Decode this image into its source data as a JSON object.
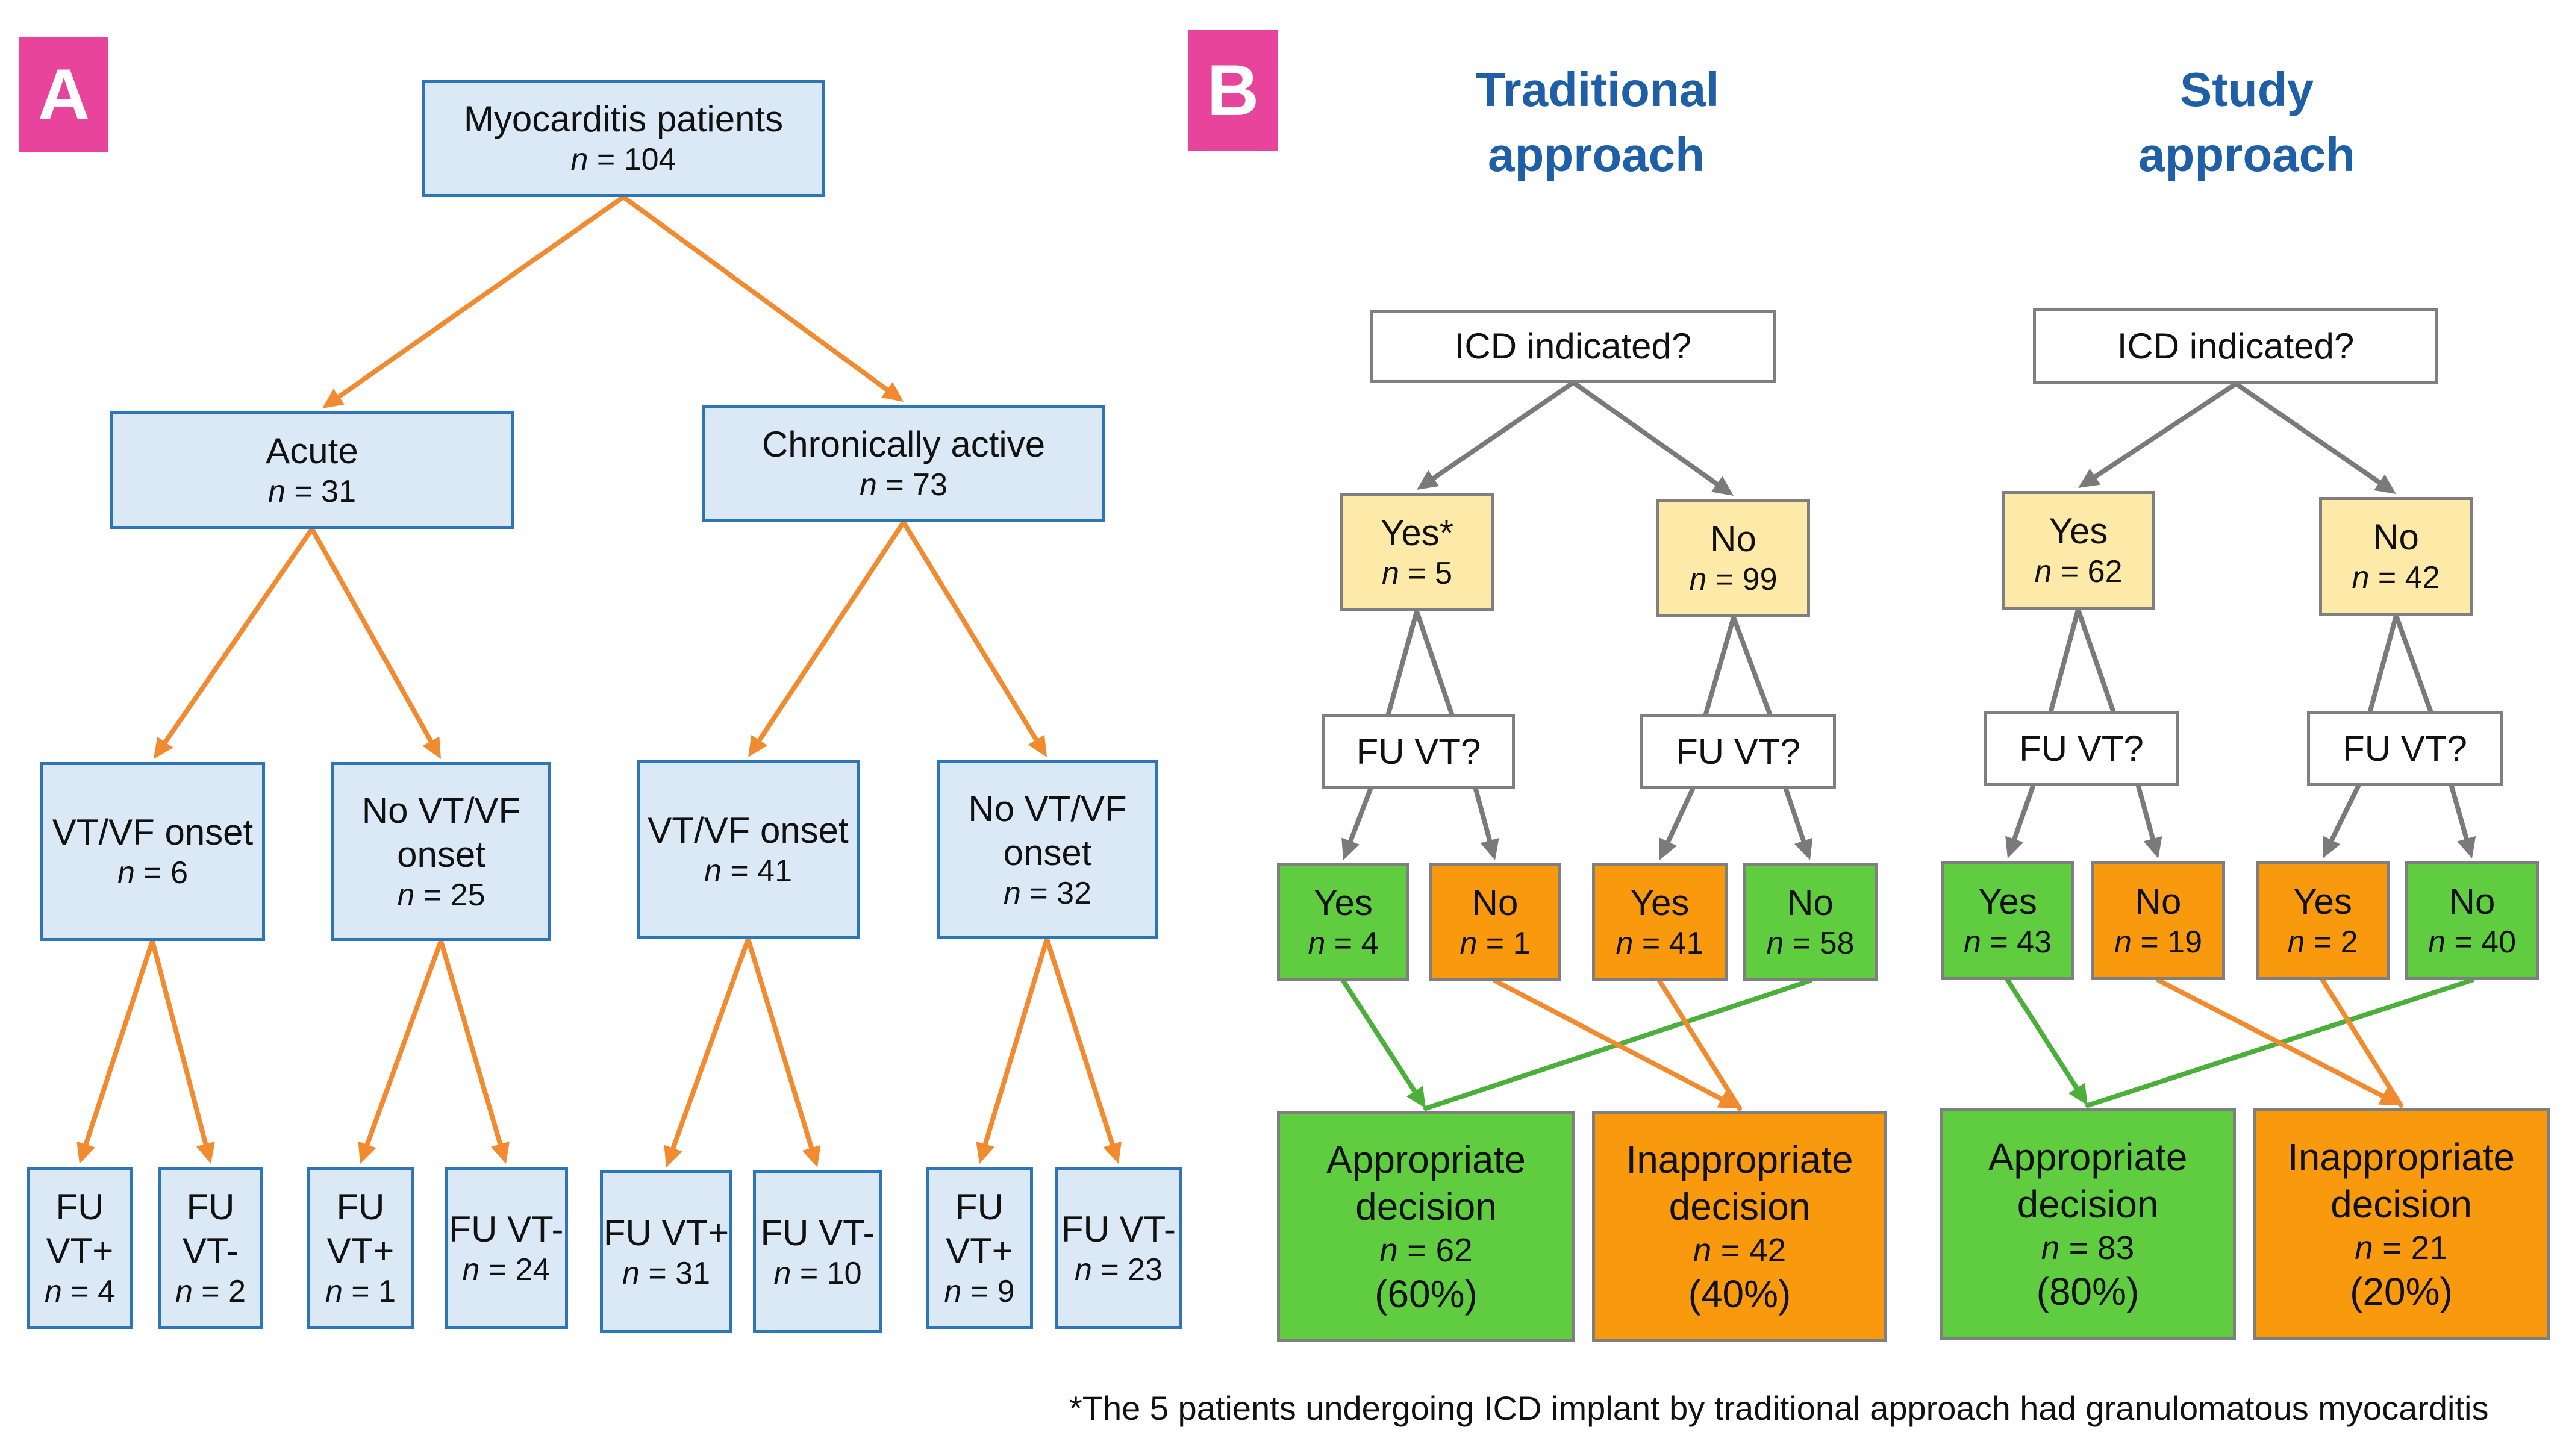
{
  "panel_a": {
    "badge": "A",
    "nodes": [
      {
        "id": "a-root",
        "label": "Myocarditis patients",
        "n": "104"
      },
      {
        "id": "a-acute",
        "label": "Acute",
        "n": "31"
      },
      {
        "id": "a-chronic",
        "label": "Chronically active",
        "n": "73"
      },
      {
        "id": "a-acute-vt",
        "label": "VT/VF onset",
        "n": "6"
      },
      {
        "id": "a-acute-novt",
        "label": "No VT/VF onset",
        "n": "25"
      },
      {
        "id": "a-chronic-vt",
        "label": "VT/VF onset",
        "n": "41"
      },
      {
        "id": "a-chronic-novt",
        "label": "No VT/VF onset",
        "n": "32"
      },
      {
        "id": "a-l1",
        "label": "FU VT+",
        "n": "4"
      },
      {
        "id": "a-l2",
        "label": "FU VT-",
        "n": "2"
      },
      {
        "id": "a-l3",
        "label": "FU VT+",
        "n": "1"
      },
      {
        "id": "a-l4",
        "label": "FU VT-",
        "n": "24"
      },
      {
        "id": "a-l5",
        "label": "FU VT+",
        "n": "31"
      },
      {
        "id": "a-l6",
        "label": "FU VT-",
        "n": "10"
      },
      {
        "id": "a-l7",
        "label": "FU VT+",
        "n": "9"
      },
      {
        "id": "a-l8",
        "label": "FU VT-",
        "n": "23"
      }
    ]
  },
  "panel_b": {
    "badge": "B",
    "traditional": {
      "heading": "Traditional approach",
      "nodes": [
        {
          "id": "t-q",
          "label": "ICD indicated?"
        },
        {
          "id": "t-yes",
          "label": "Yes*",
          "n": "5"
        },
        {
          "id": "t-no",
          "label": "No",
          "n": "99"
        },
        {
          "id": "t-fu1",
          "label": "FU VT?"
        },
        {
          "id": "t-fu2",
          "label": "FU VT?"
        },
        {
          "id": "t-yy",
          "label": "Yes",
          "n": "4"
        },
        {
          "id": "t-yn",
          "label": "No",
          "n": "1"
        },
        {
          "id": "t-ny",
          "label": "Yes",
          "n": "41"
        },
        {
          "id": "t-nn",
          "label": "No",
          "n": "58"
        },
        {
          "id": "t-app",
          "label": "Appropriate decision",
          "n": "62",
          "pct": "(60%)"
        },
        {
          "id": "t-inapp",
          "label": "Inappropriate decision",
          "n": "42",
          "pct": "(40%)"
        }
      ]
    },
    "study": {
      "heading": "Study approach",
      "nodes": [
        {
          "id": "s-q",
          "label": "ICD indicated?"
        },
        {
          "id": "s-yes",
          "label": "Yes",
          "n": "62"
        },
        {
          "id": "s-no",
          "label": "No",
          "n": "42"
        },
        {
          "id": "s-fu1",
          "label": "FU VT?"
        },
        {
          "id": "s-fu2",
          "label": "FU VT?"
        },
        {
          "id": "s-yy",
          "label": "Yes",
          "n": "43"
        },
        {
          "id": "s-yn",
          "label": "No",
          "n": "19"
        },
        {
          "id": "s-ny",
          "label": "Yes",
          "n": "2"
        },
        {
          "id": "s-nn",
          "label": "No",
          "n": "40"
        },
        {
          "id": "s-app",
          "label": "Appropriate decision",
          "n": "83",
          "pct": "(80%)"
        },
        {
          "id": "s-inapp",
          "label": "Inappropriate decision",
          "n": "21",
          "pct": "(20%)"
        }
      ]
    }
  },
  "n_prefix": "n",
  "n_sep": " = ",
  "colors": {
    "badge": "#e9449b",
    "heading": "#1f5fa8",
    "blue_fill": "#dbe9f6",
    "blue_border": "#2e75b6",
    "yellow_fill": "#fde9a8",
    "green_fill": "#5fcd3f",
    "orange_fill": "#f9990e",
    "gray_border": "#7f7f7f",
    "orange_arrow": "#f28a30",
    "gray_arrow": "#7a7a7a",
    "green_arrow": "#4ab03a"
  },
  "footnote": "*The 5 patients undergoing ICD implant by traditional approach had granulomatous myocarditis"
}
